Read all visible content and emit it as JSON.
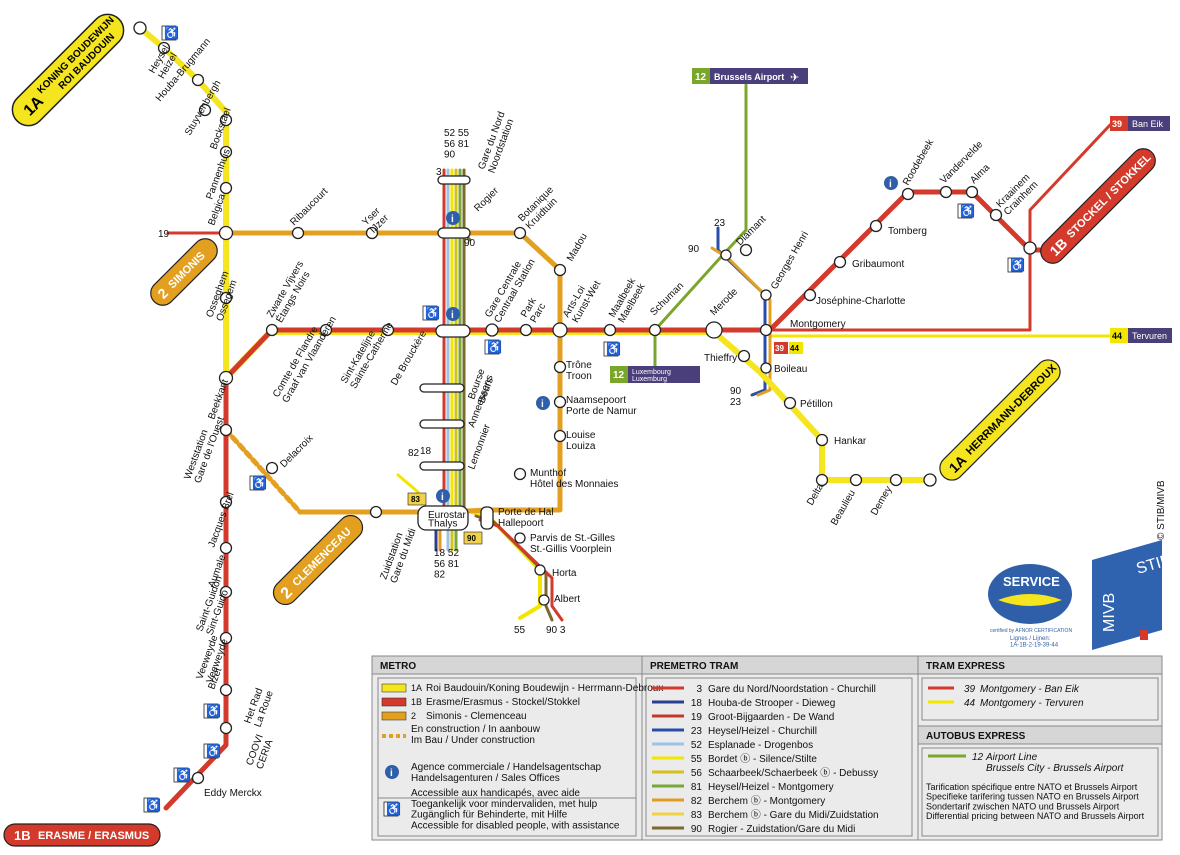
{
  "colors": {
    "line1": "#f5e51e",
    "line1_edge": "#8a7b00",
    "line1b": "#d33a2c",
    "line2": "#e3a020",
    "construction": "#e3a020",
    "tram3": "#d33a2c",
    "tram18": "#2b3f8f",
    "tram19": "#c0392b",
    "tram23": "#2a4da8",
    "tram52": "#9ec3ea",
    "tram55": "#f2e600",
    "tram56": "#d4c21a",
    "tram81": "#77a83a",
    "tram82": "#e39a20",
    "tram83": "#f0d14a",
    "tram90": "#7a6a2b",
    "airport12": "#7aa62c",
    "info": "#2f5fa8",
    "stib_blue": "#2f63b0",
    "legend_bg": "#e6e6e6"
  },
  "icons": {
    "info": "info-icon",
    "accessible": "wheelchair-icon",
    "airplane": "airplane-icon",
    "sncb": "sncb-b-icon"
  },
  "terminals": {
    "l1a_north": {
      "badge": "1A",
      "name1": "KONING BOUDEWIJN",
      "name2": "ROI BAUDOUIN"
    },
    "l1b_east": {
      "badge": "1B",
      "name": "STOCKEL / STOKKEL"
    },
    "l1b_south": {
      "badge": "1B",
      "name": "ERASME / ERASMUS"
    },
    "l1a_south": {
      "badge": "1A",
      "name": "HERRMANN-DEBROUX"
    },
    "l2_simonis": {
      "badge": "2",
      "name": "SIMONIS"
    },
    "l2_clemenceau": {
      "badge": "2",
      "name": "CLEMENCEAU"
    },
    "airport": {
      "num": "12",
      "name": "Brussels Airport"
    },
    "ban_eik": {
      "num": "39",
      "name": "Ban Eik"
    },
    "tervuren": {
      "num": "44",
      "name": "Tervuren"
    },
    "luxembourg": {
      "num": "12",
      "name1": "Luxembourg",
      "name2": "Luxemburg"
    }
  },
  "stations": {
    "heysel": "Heysel\nHeizel",
    "houba": "Houba-Brugmann",
    "stuyvenbergh": "Stuyvenbergh",
    "bockstael": "Bockstael",
    "pannenhuis": "Pannenhuis",
    "belgica": "Belgica",
    "simonis_num": "19",
    "ribaucourt": "Ribaucourt",
    "yser": "Yser\nIJzer",
    "rogier": "Rogier",
    "botanique": "Botanique\nKruidtuin",
    "madou": "Madou",
    "arts_loi": "Arts-Loi\nKunst-Wet",
    "maelbeek": "Maalbeek\nMaelbeek",
    "schuman": "Schuman",
    "merode": "Merode",
    "diamant": "Diamant",
    "georges_henri": "Georges Henri",
    "josephine": "Joséphine-Charlotte",
    "gribaumont": "Gribaumont",
    "tomberg": "Tomberg",
    "roodebeek": "Roodebeek",
    "vandervelde": "Vandervelde",
    "alma": "Alma",
    "kraainem": "Kraainem\nCrainhem",
    "montgomery": "Montgomery",
    "thieffry": "Thieffry",
    "boileau": "Boileau",
    "petillon": "Pétillon",
    "hankar": "Hankar",
    "delta": "Delta",
    "beaulieu": "Beaulieu",
    "demey": "Demey",
    "osseghem": "Osseghem\nOssegem",
    "zwarte_vijvers": "Zwarte Vijvers\nÉtangs Noirs",
    "comte_flandre": "Comte de Flandre\nGraaf van Vlaanderen",
    "ste_catherine": "Sint-Katelijne\nSainte-Catherine",
    "de_brouckere": "De Brouckère",
    "gare_centrale": "Gare Centrale\nCentraal Station",
    "parc": "Park\nParc",
    "beekkant": "Beekkant",
    "gare_ouest": "Weststation\nGare de l'Ouest",
    "delacroix": "Delacroix",
    "jacques_brel": "Jacques Brel",
    "aumale": "Aumale",
    "st_guidon": "Saint-Guidon\nSint-Guido",
    "veeweyde": "Veeweyde\nVeeweyde",
    "bizet": "Bizet",
    "la_roue": "Het Rad\nLa Roue",
    "ceria": "COOVI\nCERIA",
    "eddy_merckx": "Eddy Merckx",
    "gare_nord": "Gare du Nord\nNoordstation",
    "gare_nord_lines": "52 55\n56 81\n90",
    "bourse": "Bourse\nBeurs",
    "anneessens": "Anneessens",
    "lemonnier": "Lemonnier",
    "gare_midi": "Zuidstation\nGare du Midi",
    "eurostar": "Eurostar\nThalys",
    "midi_lines_left": "18 52\n56 81\n82",
    "porte_hal": "Porte de Hal\nHallepoort",
    "st_gilles": "Parvis de St.-Gilles\nSt.-Gillis Voorplein",
    "horta": "Horta",
    "albert": "Albert",
    "trone": "Trône\nTroon",
    "namur": "Naamsepoort\nPorte de Namur",
    "louise": "Louise\nLouiza",
    "monnaie": "Munthof\nHôtel des Monnaies",
    "n3": "3",
    "n90": "90",
    "n23": "23",
    "n82": "82",
    "n18": "18",
    "n83": "83",
    "n55": "55",
    "n90_3": "90 3",
    "n90_23": "90\n23"
  },
  "credit": "© STIB/MIVB",
  "service_badge": {
    "title": "SERVICE",
    "sub": "certified by AFNOR CERTIFICATION",
    "lines": "Lignes / Lijnen:\n1A-1B-2-19-39-44"
  },
  "stib_logo": {
    "a": "MIVB",
    "b": "STIB"
  },
  "legend": {
    "metro": {
      "title": "METRO",
      "items": [
        {
          "code": "1A",
          "text": "Roi Baudouin/Koning Boudewijn - Herrmann-Debroux",
          "color": "#f5e51e"
        },
        {
          "code": "1B",
          "text": "Erasme/Erasmus - Stockel/Stokkel",
          "color": "#d33a2c"
        },
        {
          "code": "2",
          "text": "Simonis - Clemenceau",
          "color": "#e3a020"
        }
      ],
      "construction": "En construction / In aanbouw\nIm Bau / Under construction",
      "info": "Agence commerciale / Handelsagentschap\nHandelsagenturen / Sales Offices",
      "access": "Accessible aux handicapés, avec aide\nToegankelijk voor mindervaliden, met hulp\nZugänglich für Behinderte, mit Hilfe\nAccessible for disabled people, with assistance"
    },
    "premetro": {
      "title": "PREMETRO TRAM",
      "items": [
        {
          "num": "3",
          "text": "Gare du Nord/Noordstation - Churchill",
          "color": "#d33a2c"
        },
        {
          "num": "18",
          "text": "Houba-de Strooper - Dieweg",
          "color": "#2b3f8f"
        },
        {
          "num": "19",
          "text": "Groot-Bijgaarden - De Wand",
          "color": "#c0392b"
        },
        {
          "num": "23",
          "text": "Heysel/Heizel - Churchill",
          "color": "#2a4da8"
        },
        {
          "num": "52",
          "text": "Esplanade - Drogenbos",
          "color": "#9ec3ea"
        },
        {
          "num": "55",
          "text": "Bordet ⓑ - Silence/Stilte",
          "color": "#f2e600"
        },
        {
          "num": "56",
          "text": "Schaarbeek/Schaerbeek ⓑ - Debussy",
          "color": "#d4c21a"
        },
        {
          "num": "81",
          "text": "Heysel/Heizel - Montgomery",
          "color": "#77a83a"
        },
        {
          "num": "82",
          "text": "Berchem ⓑ - Montgomery",
          "color": "#e39a20"
        },
        {
          "num": "83",
          "text": "Berchem ⓑ - Gare du Midi/Zuidstation",
          "color": "#f0d14a"
        },
        {
          "num": "90",
          "text": "Rogier - Zuidstation/Gare du Midi",
          "color": "#7a6a2b"
        }
      ]
    },
    "tram_express": {
      "title": "TRAM EXPRESS",
      "items": [
        {
          "num": "39",
          "text": "Montgomery - Ban Eik",
          "color": "#d33a2c"
        },
        {
          "num": "44",
          "text": "Montgomery - Tervuren",
          "color": "#f2e600"
        }
      ]
    },
    "autobus_express": {
      "title": "AUTOBUS EXPRESS",
      "item": {
        "num": "12",
        "text": "Airport Line\nBrussels City - Brussels Airport",
        "color": "#7aa62c"
      },
      "note": "Tarification spécifique entre NATO et Brussels Airport\nSpecifieke tarifering tussen NATO en Brussels Airport\nSondertarif zwischen NATO und Brussels Airport\nDifferential pricing between NATO and Brussels Airport"
    }
  }
}
